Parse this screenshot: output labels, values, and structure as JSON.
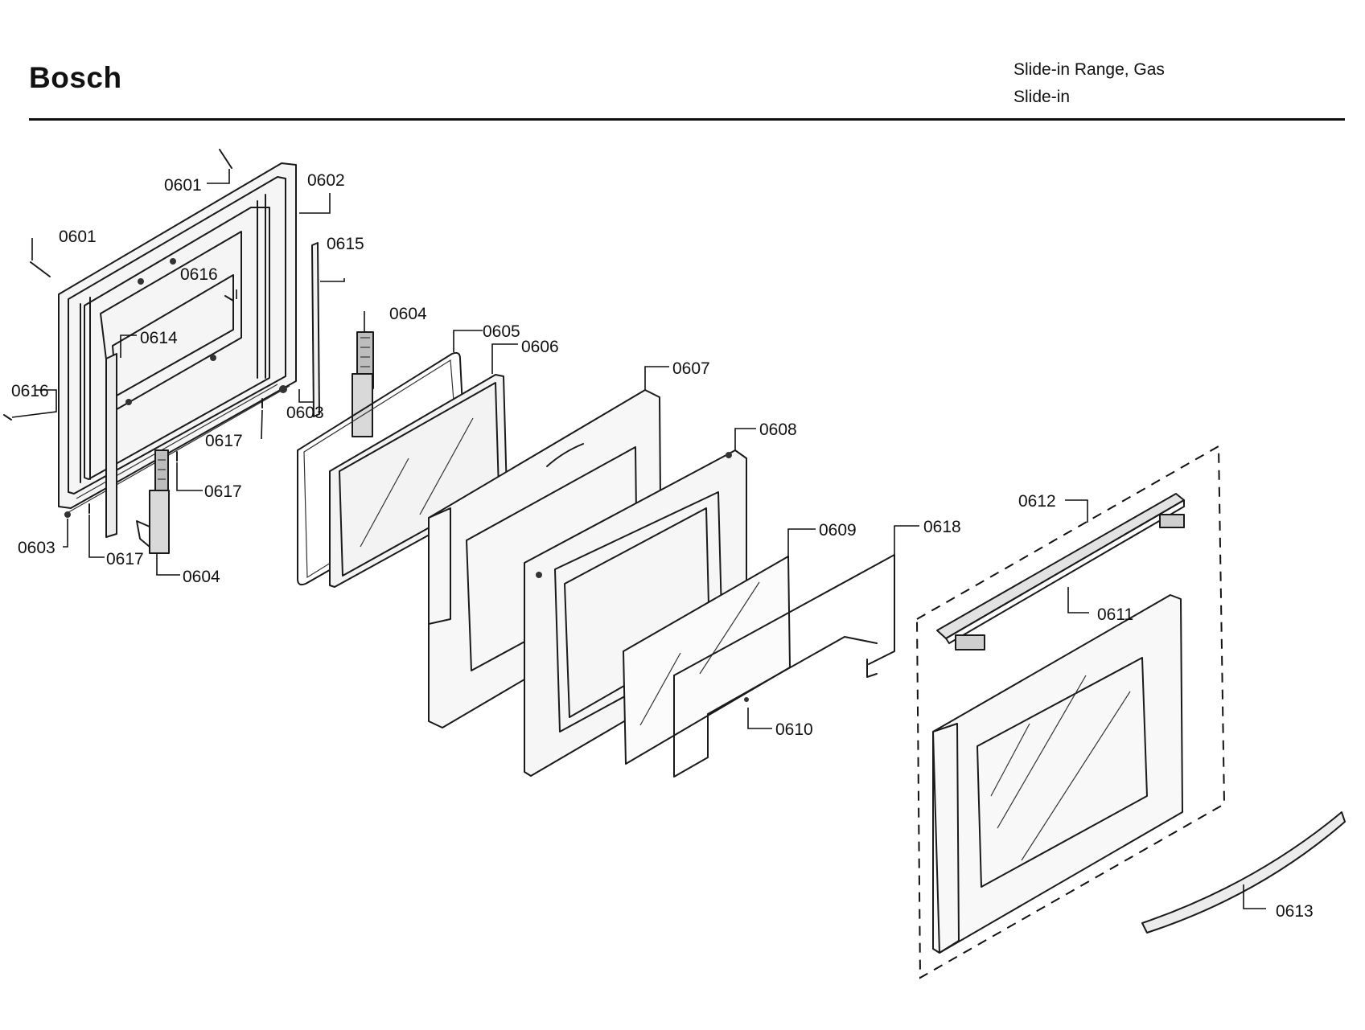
{
  "header": {
    "brand": "Bosch",
    "model_type": "Slide-in Range, Gas",
    "model_subtype": "Slide-in"
  },
  "part_labels": {
    "p0601a": "0601",
    "p0601b": "0601",
    "p0602": "0602",
    "p0615": "0615",
    "p0616a": "0616",
    "p0616b": "0616",
    "p0614": "0614",
    "p0604a": "0604",
    "p0604b": "0604",
    "p0603a": "0603",
    "p0603b": "0603",
    "p0617a": "0617",
    "p0617b": "0617",
    "p0617c": "0617",
    "p0605": "0605",
    "p0606": "0606",
    "p0607": "0607",
    "p0608": "0608",
    "p0609": "0609",
    "p0618": "0618",
    "p0610": "0610",
    "p0612": "0612",
    "p0611": "0611",
    "p0613": "0613"
  }
}
